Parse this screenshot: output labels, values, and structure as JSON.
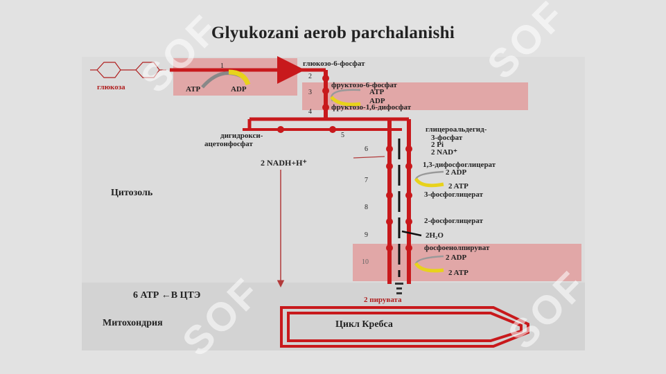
{
  "title": "Glyukozani aerob parchalanishi",
  "labels": {
    "glucose": "глюкоза",
    "g6p": "глюкозо-6-фосфат",
    "f6p": "фруктозо-6-фосфат",
    "f16bp": "фруктозо-1,6-дифосфат",
    "dhap_1": "дигидрокси-",
    "dhap_2": "ацетонфосфат",
    "g3p_1": "глицероальдегид-",
    "g3p_2": "3-фосфат",
    "bpg13": "1,3-дифосфоглицерат",
    "pg3": "3-фосфоглицерат",
    "pg2": "2-фосфоглицерат",
    "pep": "фосфоенолпируват",
    "pyruvate": "2 пирувата",
    "cytosol": "Цитозоль",
    "mitochondria": "Митохондрия",
    "krebs": "Цикл Кребса",
    "etc": "6 АТР ←В ЦТЭ",
    "nadh": "2 NADH+H⁺",
    "atp1": "ATP",
    "adp1": "ADP",
    "atp3": "ATP",
    "adp3": "ADP",
    "pi": "2 Pi",
    "nad": "2 NAD⁺",
    "adp7": "2 ADP",
    "atp7": "2 ATP",
    "h2o": "2H₂O",
    "adp10": "2 ADP",
    "atp10": "2 ATP"
  },
  "steps": [
    "1",
    "2",
    "3",
    "4",
    "5",
    "6",
    "7",
    "8",
    "9",
    "10"
  ],
  "watermark": "SOF",
  "colors": {
    "pathway": "#c8191c",
    "highlight": "#e1a7a7",
    "cofactor_arrow": "#e8d21c",
    "background": "#e2e2e2"
  }
}
